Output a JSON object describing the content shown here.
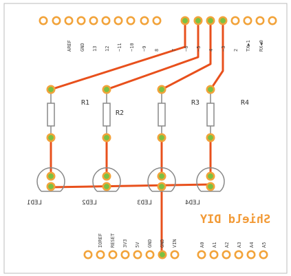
{
  "colors": {
    "trace": "#e8501c",
    "pad_ring": "#f2a33a",
    "pad_fill": "#ffffff",
    "pad_active": "#7ac143",
    "outline": "#888888",
    "title": "#f29a36"
  },
  "title": "Shield DIY",
  "top_header": {
    "labels": [
      "AREF",
      "GND",
      "13",
      "12",
      "~11",
      "~10",
      "~9",
      "8",
      "7",
      "~6",
      "~5",
      "4",
      "~3",
      "2",
      "TX▶1",
      "RX◀0"
    ]
  },
  "bottom_header": {
    "power_labels": [
      "IOREF",
      "RESET",
      "3V3",
      "5V",
      "GND",
      "GND",
      "VIN"
    ],
    "analog_labels": [
      "A0",
      "A1",
      "A2",
      "A3",
      "A4",
      "A5"
    ]
  },
  "resistors": [
    {
      "label": "R1"
    },
    {
      "label": "R2"
    },
    {
      "label": "R3"
    },
    {
      "label": "R4"
    }
  ],
  "leds": [
    {
      "label": "LED1"
    },
    {
      "label": "LED2"
    },
    {
      "label": "LED3"
    },
    {
      "label": "LED4"
    }
  ]
}
